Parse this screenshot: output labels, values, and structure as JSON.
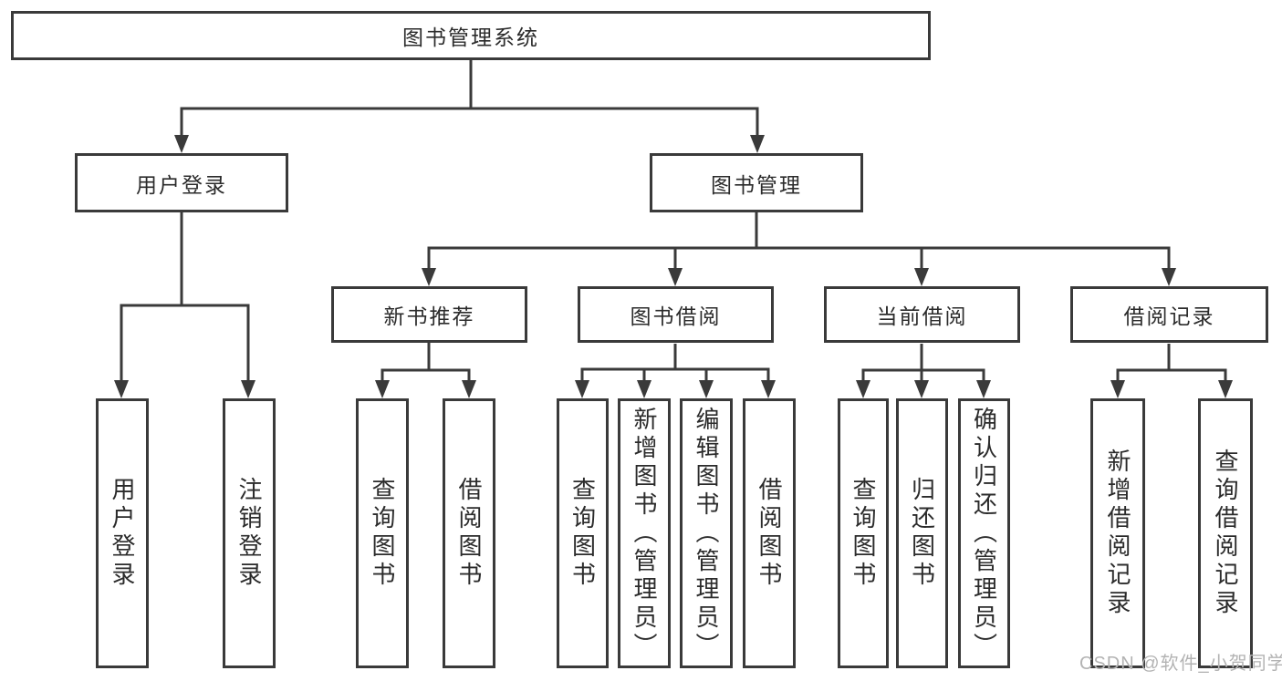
{
  "diagram": {
    "root": "图书管理系统",
    "branches": [
      {
        "label": "用户登录",
        "leaves": [
          "用户登录",
          "注销登录"
        ]
      },
      {
        "label": "图书管理",
        "groups": [
          {
            "label": "新书推荐",
            "leaves": [
              "查询图书",
              "借阅图书"
            ]
          },
          {
            "label": "图书借阅",
            "leaves": [
              "查询图书",
              "新增图书（管理员）",
              "编辑图书（管理员）",
              "借阅图书"
            ]
          },
          {
            "label": "当前借阅",
            "leaves": [
              "查询图书",
              "归还图书",
              "确认归还（管理员）"
            ]
          },
          {
            "label": "借阅记录",
            "leaves": [
              "新增借阅记录",
              "查询借阅记录"
            ]
          }
        ]
      }
    ]
  },
  "watermark": {
    "text": "CSDN @软件_小贺同学"
  },
  "colors": {
    "line": "#3a3a3a",
    "node_text": "#2b2b2b",
    "watermark_text": "#b3b3b3",
    "background": "#ffffff"
  }
}
